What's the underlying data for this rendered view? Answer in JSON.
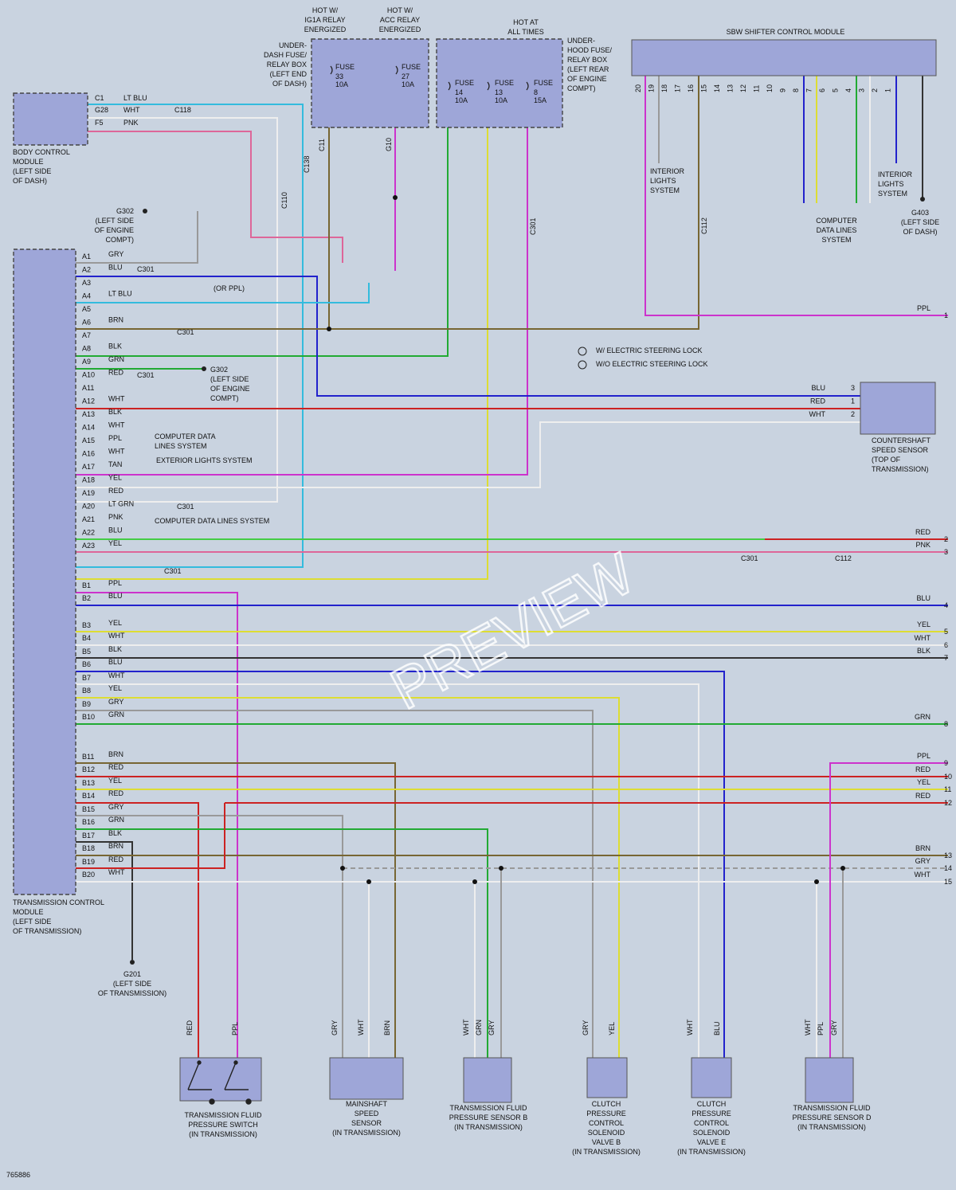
{
  "modules": {
    "bcm": "BODY CONTROL MODULE (LEFT SIDE OF DASH)",
    "tcm": "TRANSMISSION CONTROL MODULE (LEFT SIDE OF TRANSMISSION)",
    "sbw": "SBW SHIFTER CONTROL MODULE",
    "underdash_box": "UNDER- DASH FUSE/ RELAY BOX (LEFT END OF DASH)",
    "underhood_box": "UNDER- HOOD FUSE/ RELAY BOX (LEFT REAR OF ENGINE COMPT)",
    "countershaft": "COUNTERSHAFT SPEED SENSOR (TOP OF TRANSMISSION)"
  },
  "hot_labels": {
    "ig1": "HOT W/ IG1A RELAY ENERGIZED",
    "acc": "HOT W/ ACC RELAY ENERGIZED",
    "all_times": "HOT AT ALL TIMES"
  },
  "fuses": [
    {
      "name": "FUSE",
      "num": "33",
      "amp": "10A"
    },
    {
      "name": "FUSE",
      "num": "27",
      "amp": "10A"
    },
    {
      "name": "FUSE",
      "num": "14",
      "amp": "10A"
    },
    {
      "name": "FUSE",
      "num": "13",
      "amp": "10A"
    },
    {
      "name": "FUSE",
      "num": "8",
      "amp": "15A"
    }
  ],
  "grounds": {
    "g302_a": "G302 (LEFT SIDE OF ENGINE COMPT)",
    "g302_b": "G302 (LEFT SIDE OF ENGINE COMPT)",
    "g403": "G403 (LEFT SIDE OF DASH)",
    "g201": "G201 (LEFT SIDE OF TRANSMISSION)"
  },
  "systems": {
    "interior1": "INTERIOR LIGHTS SYSTEM",
    "interior2": "INTERIOR LIGHTS SYSTEM",
    "cdl_top": "COMPUTER DATA LINES SYSTEM",
    "cdl_a12": "COMPUTER DATA LINES SYSTEM",
    "ext_lights": "EXTERIOR LIGHTS SYSTEM",
    "cdl_a19": "COMPUTER DATA LINES SYSTEM"
  },
  "legend": {
    "note1": "W/ ELECTRIC STEERING LOCK",
    "note2": "W/O ELECTRIC STEERING LOCK"
  },
  "bcm_pins": [
    {
      "pin": "C1",
      "color": "LT BLU"
    },
    {
      "pin": "G28",
      "color": "WHT"
    },
    {
      "pin": "F5",
      "color": "PNK"
    }
  ],
  "tcm_pins": [
    {
      "pin": "A1",
      "color": "GRY"
    },
    {
      "pin": "A2",
      "color": "BLU"
    },
    {
      "pin": "A3",
      "color": ""
    },
    {
      "pin": "A4",
      "color": "LT BLU"
    },
    {
      "pin": "A5",
      "color": ""
    },
    {
      "pin": "A6",
      "color": "BRN"
    },
    {
      "pin": "A7",
      "color": ""
    },
    {
      "pin": "A8",
      "color": "BLK"
    },
    {
      "pin": "A9",
      "color": "GRN"
    },
    {
      "pin": "A10",
      "color": "RED"
    },
    {
      "pin": "A11",
      "color": ""
    },
    {
      "pin": "A12",
      "color": "WHT"
    },
    {
      "pin": "A13",
      "color": "BLK"
    },
    {
      "pin": "A14",
      "color": "WHT"
    },
    {
      "pin": "A15",
      "color": "PPL"
    },
    {
      "pin": "A16",
      "color": "WHT"
    },
    {
      "pin": "A17",
      "color": "TAN"
    },
    {
      "pin": "A18",
      "color": "YEL"
    },
    {
      "pin": "A19",
      "color": "RED"
    },
    {
      "pin": "A20",
      "color": "LT GRN"
    },
    {
      "pin": "A21",
      "color": "PNK"
    },
    {
      "pin": "A22",
      "color": "BLU"
    },
    {
      "pin": "A23",
      "color": "YEL"
    },
    {
      "pin": "B1",
      "color": "PPL"
    },
    {
      "pin": "B2",
      "color": "BLU"
    },
    {
      "pin": "B3",
      "color": "YEL"
    },
    {
      "pin": "B4",
      "color": "WHT"
    },
    {
      "pin": "B5",
      "color": "BLK"
    },
    {
      "pin": "B6",
      "color": "BLU"
    },
    {
      "pin": "B7",
      "color": "WHT"
    },
    {
      "pin": "B8",
      "color": "YEL"
    },
    {
      "pin": "B9",
      "color": "GRY"
    },
    {
      "pin": "B10",
      "color": "GRN"
    },
    {
      "pin": "B11",
      "color": "BRN"
    },
    {
      "pin": "B12",
      "color": "RED"
    },
    {
      "pin": "B13",
      "color": "YEL"
    },
    {
      "pin": "B14",
      "color": "RED"
    },
    {
      "pin": "B15",
      "color": "GRY"
    },
    {
      "pin": "B16",
      "color": "GRN"
    },
    {
      "pin": "B17",
      "color": "BLK"
    },
    {
      "pin": "B18",
      "color": "BRN"
    },
    {
      "pin": "B19",
      "color": "RED"
    },
    {
      "pin": "B20",
      "color": "WHT"
    }
  ],
  "right_wires": [
    {
      "num": "1",
      "color": "PPL"
    },
    {
      "num": "2",
      "color": "RED"
    },
    {
      "num": "3",
      "color": "PNK"
    },
    {
      "num": "4",
      "color": "BLU"
    },
    {
      "num": "5",
      "color": "YEL"
    },
    {
      "num": "6",
      "color": "WHT"
    },
    {
      "num": "7",
      "color": "BLK"
    },
    {
      "num": "8",
      "color": "GRN"
    },
    {
      "num": "9",
      "color": "PPL"
    },
    {
      "num": "10",
      "color": "RED"
    },
    {
      "num": "11",
      "color": "YEL"
    },
    {
      "num": "12",
      "color": "RED"
    },
    {
      "num": "13",
      "color": "BRN"
    },
    {
      "num": "14",
      "color": "GRY"
    },
    {
      "num": "15",
      "color": "WHT"
    }
  ],
  "sbw_pins": [
    "20",
    "19",
    "18",
    "17",
    "16",
    "15",
    "14",
    "13",
    "12",
    "11",
    "10",
    "9",
    "8",
    "7",
    "6",
    "5",
    "4",
    "3",
    "2",
    "1"
  ],
  "countershaft_pins": [
    {
      "num": "3",
      "color": "BLU"
    },
    {
      "num": "1",
      "color": "RED"
    },
    {
      "num": "2",
      "color": "WHT"
    }
  ],
  "components": [
    {
      "name": "TRANSMISSION FLUID PRESSURE SWITCH (IN TRANSMISSION)",
      "wires": [
        "RED",
        "PPL"
      ]
    },
    {
      "name": "MAINSHAFT SPEED SENSOR (IN TRANSMISSION)",
      "wires": [
        "GRY",
        "WHT",
        "BRN"
      ]
    },
    {
      "name": "TRANSMISSION FLUID PRESSURE SENSOR B (IN TRANSMISSION)",
      "wires": [
        "WHT",
        "GRN",
        "GRY"
      ]
    },
    {
      "name": "CLUTCH PRESSURE CONTROL SOLENOID VALVE B (IN TRANSMISSION)",
      "wires": [
        "GRY",
        "YEL"
      ]
    },
    {
      "name": "CLUTCH PRESSURE CONTROL SOLENOID VALVE E (IN TRANSMISSION)",
      "wires": [
        "WHT",
        "BLU"
      ]
    },
    {
      "name": "TRANSMISSION FLUID PRESSURE SENSOR D (IN TRANSMISSION)",
      "wires": [
        "WHT",
        "PPL",
        "GRY"
      ]
    }
  ],
  "connectors": {
    "c118": "C118",
    "c138": "C138",
    "c110": "C110",
    "c11": "C11",
    "g10": "G10",
    "c301": "C301",
    "c112": "C112",
    "or_ppl": "(OR PPL)"
  },
  "watermark": "PREVIEW",
  "diagram_id": "765886",
  "wire_colors": {
    "BLU": "#2222cc",
    "LTBLU": "#33bbdd",
    "RED": "#cc2222",
    "PNK": "#dd6699",
    "PPL": "#cc33cc",
    "GRN": "#22aa33",
    "LTGRN": "#44cc44",
    "YEL": "#dddd33",
    "WHT": "#eeeeee",
    "GRY": "#999999",
    "BLK": "#333333",
    "BRN": "#776633",
    "TAN": "#bb9966"
  }
}
